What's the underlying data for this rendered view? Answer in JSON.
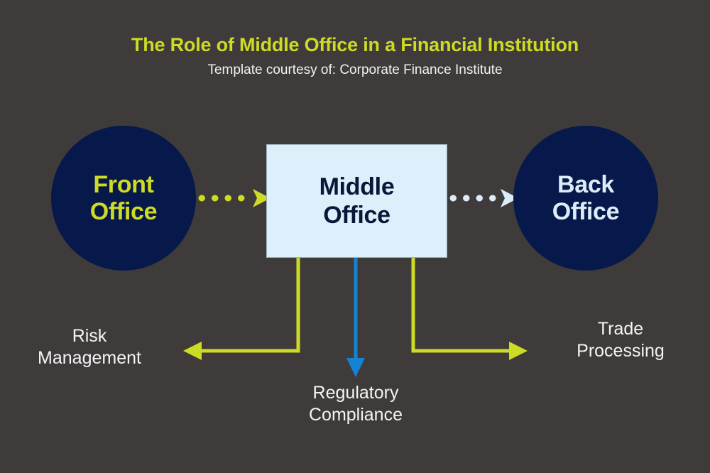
{
  "header": {
    "title": "The Role of Middle Office in a Financial Institution",
    "subtitle": "Template courtesy of: Corporate Finance Institute"
  },
  "colors": {
    "background": "#3f3b3b",
    "accent_green": "#cddb24",
    "navy": "#07194a",
    "pale_blue": "#ddeffb",
    "blue_arrow": "#1583d2",
    "white_text": "#f4f4f4"
  },
  "diagram": {
    "nodes": {
      "front_office": {
        "label_line1": "Front",
        "label_line2": "Office",
        "shape": "circle",
        "fill": "#07194a",
        "text_color": "#cddb24"
      },
      "middle_office": {
        "label_line1": "Middle",
        "label_line2": "Office",
        "shape": "rectangle",
        "fill": "#ddeffb",
        "text_color": "#0b1738"
      },
      "back_office": {
        "label_line1": "Back",
        "label_line2": "Office",
        "shape": "circle",
        "fill": "#07194a",
        "text_color": "#dcecf9"
      }
    },
    "branches": [
      {
        "id": "risk-management",
        "label_line1": "Risk",
        "label_line2": "Management",
        "arrow_color": "#cddb24",
        "direction": "left"
      },
      {
        "id": "regulatory-compliance",
        "label_line1": "Regulatory",
        "label_line2": "Compliance",
        "arrow_color": "#1583d2",
        "direction": "down"
      },
      {
        "id": "trade-processing",
        "label_line1": "Trade",
        "label_line2": "Processing",
        "arrow_color": "#cddb24",
        "direction": "right"
      }
    ],
    "connectors": [
      {
        "id": "front-to-middle",
        "style": "dotted",
        "color": "#cddb24",
        "from": "front_office",
        "to": "middle_office"
      },
      {
        "id": "middle-to-back",
        "style": "dotted",
        "color": "#dcecf9",
        "from": "middle_office",
        "to": "back_office"
      }
    ]
  }
}
